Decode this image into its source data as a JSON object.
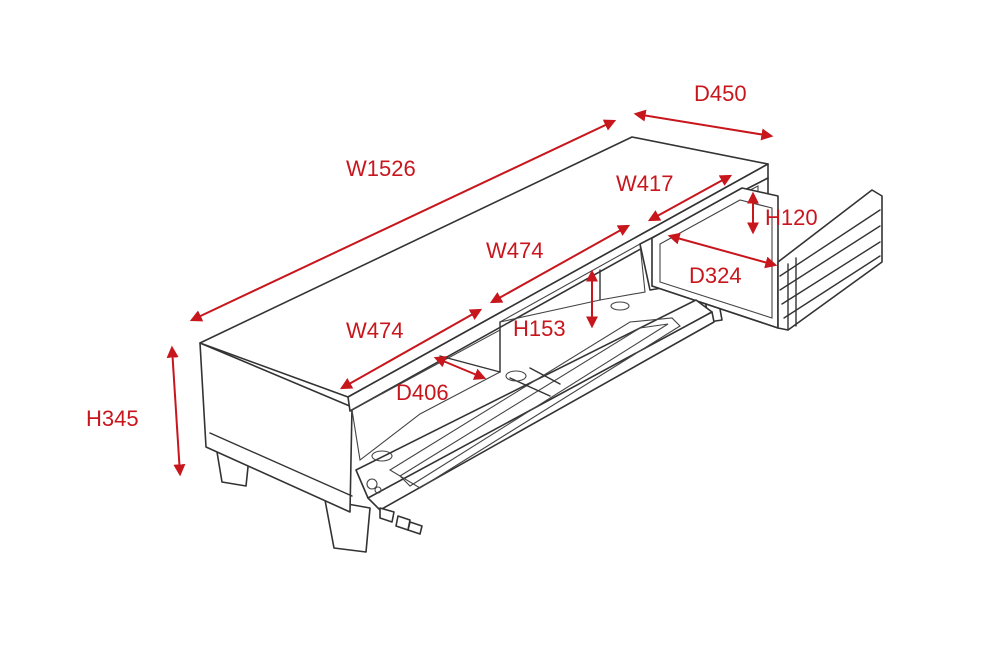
{
  "theme": {
    "accent": "#c8161d",
    "ink": "#333333",
    "background": "#ffffff"
  },
  "dimensions": {
    "overall_width": "W1526",
    "overall_depth": "D450",
    "overall_height": "H345",
    "drawer_width": "W417",
    "drawer_height": "H120",
    "drawer_depth": "D324",
    "center_width": "W474",
    "left_width": "W474",
    "inner_height": "H153",
    "inner_depth": "D406"
  }
}
